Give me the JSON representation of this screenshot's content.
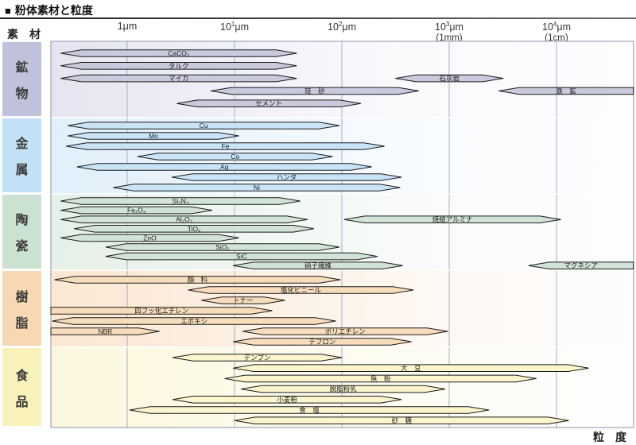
{
  "title": {
    "bullet": "■",
    "text": "粉体素材と粒度"
  },
  "axis": {
    "corner_label": "素　材",
    "bottom_label": "粒　度",
    "ticks": [
      {
        "base": "1",
        "sup": "",
        "unit": "μm",
        "sub": "",
        "value": 1
      },
      {
        "base": "10",
        "sup": "1",
        "unit": "μm",
        "sub": "",
        "value": 10
      },
      {
        "base": "10",
        "sup": "2",
        "unit": "μm",
        "sub": "",
        "value": 100
      },
      {
        "base": "10",
        "sup": "3",
        "unit": "μm",
        "sub": "(1mm)",
        "value": 1000
      },
      {
        "base": "10",
        "sup": "4",
        "unit": "μm",
        "sub": "(1cm)",
        "value": 10000
      }
    ]
  },
  "chart_data": {
    "type": "range-bar",
    "x_scale": "log10",
    "x_unit": "μm",
    "x_range_um": [
      0.19,
      52000
    ],
    "grid": "vertical-on",
    "outline_color": "#1b1b1b",
    "gridline_color": "#a9aec8",
    "border_color": "#8d93a8",
    "sections": [
      {
        "id": "minerals",
        "label": "鉱物",
        "box_color": "#c0c2db",
        "bg_left": "#e5e5f1",
        "bg_right": "#fafafd",
        "bar_fill": "#c9cadd",
        "rows": [
          [
            {
              "label": "CaCO₃",
              "from_um": 0.24,
              "to_um": 38
            }
          ],
          [
            {
              "label": "タルク",
              "from_um": 0.24,
              "to_um": 38
            }
          ],
          [
            {
              "label": "マイカ",
              "from_um": 0.24,
              "to_um": 38
            },
            {
              "label": "石灰岩",
              "from_um": 315,
              "to_um": 3200
            }
          ],
          [
            {
              "label": "珪　砂",
              "from_um": 6,
              "to_um": 520
            },
            {
              "label": "鉄　鉱",
              "from_um": 2900,
              "to_um": 52000,
              "right": "flat"
            }
          ],
          [
            {
              "label": "セメント",
              "from_um": 2.9,
              "to_um": 150
            }
          ]
        ]
      },
      {
        "id": "metals",
        "label": "金属",
        "box_color": "#c2e0f6",
        "bg_left": "#e0effa",
        "bg_right": "#f8fbfe",
        "bar_fill": "#c9e3f7",
        "rows": [
          [
            {
              "label": "Cu",
              "from_um": 0.28,
              "to_um": 95
            }
          ],
          [
            {
              "label": "Mo",
              "from_um": 0.28,
              "to_um": 11
            }
          ],
          [
            {
              "label": "Fe",
              "from_um": 0.27,
              "to_um": 250
            }
          ],
          [
            {
              "label": "Co",
              "from_um": 1.25,
              "to_um": 82
            }
          ],
          [
            {
              "label": "Ag",
              "from_um": 0.34,
              "to_um": 190
            }
          ],
          [
            {
              "label": "ハンダ",
              "from_um": 2.6,
              "to_um": 360
            }
          ],
          [
            {
              "label": "Ni",
              "from_um": 0.74,
              "to_um": 350
            }
          ]
        ]
      },
      {
        "id": "ceramics",
        "label": "陶瓷",
        "box_color": "#cbe1d1",
        "bg_left": "#e5f0e8",
        "bg_right": "#f8fbf9",
        "bar_fill": "#d2e4d7",
        "rows": [
          [
            {
              "label": "Si₃N₄",
              "from_um": 0.24,
              "to_um": 41
            }
          ],
          [
            {
              "label": "Fe₂O₃",
              "from_um": 0.24,
              "to_um": 6.2
            }
          ],
          [
            {
              "label": "Al₂O₃",
              "from_um": 0.24,
              "to_um": 48
            },
            {
              "label": "焼結アルミナ",
              "from_um": 105,
              "to_um": 11000
            }
          ],
          [
            {
              "label": "TiO₂",
              "from_um": 0.32,
              "to_um": 55
            }
          ],
          [
            {
              "label": "ZnO",
              "from_um": 0.24,
              "to_um": 11
            }
          ],
          [
            {
              "label": "SiO₂",
              "from_um": 0.63,
              "to_um": 95
            }
          ],
          [
            {
              "label": "SiC",
              "from_um": 0.63,
              "to_um": 215
            }
          ],
          [
            {
              "label": "硝子繊維",
              "from_um": 9.7,
              "to_um": 370
            },
            {
              "label": "マグネシア",
              "from_um": 5500,
              "to_um": 52000,
              "right": "flat"
            }
          ]
        ]
      },
      {
        "id": "resins",
        "label": "樹脂",
        "box_color": "#f8d8b2",
        "bg_left": "#fbe7d2",
        "bg_right": "#fdf7f0",
        "bar_fill": "#f7ddbb",
        "rows": [
          [
            {
              "label": "顔　料",
              "from_um": 0.21,
              "to_um": 97
            }
          ],
          [
            {
              "label": "塩化ビニール",
              "from_um": 3.7,
              "to_um": 465
            }
          ],
          [
            {
              "label": "トナー",
              "from_um": 4.9,
              "to_um": 29.5
            }
          ],
          [
            {
              "label": "四フッ化エチレン",
              "from_um": 0.19,
              "to_um": 22.5,
              "left": "flat"
            }
          ],
          [
            {
              "label": "エポキシ",
              "from_um": 0.2,
              "to_um": 88
            }
          ],
          [
            {
              "label": "NBR",
              "from_um": 0.19,
              "to_um": 2,
              "left": "flat"
            },
            {
              "label": "ポリエチレン",
              "from_um": 11.9,
              "to_um": 970
            }
          ],
          [
            {
              "label": "テフロン",
              "from_um": 9.7,
              "to_um": 445
            }
          ]
        ]
      },
      {
        "id": "food",
        "label": "食品",
        "box_color": "#f9f2bb",
        "bg_left": "#fbf7dd",
        "bg_right": "#fdfcf2",
        "bar_fill": "#faf5cd",
        "rows": [
          [
            {
              "label": "デンプン",
              "from_um": 2.65,
              "to_um": 100
            }
          ],
          [
            {
              "label": "大　豆",
              "from_um": 9.7,
              "to_um": 20000
            }
          ],
          [
            {
              "label": "魚　粉",
              "from_um": 8.1,
              "to_um": 6500
            }
          ],
          [
            {
              "label": "脱脂粉乳",
              "from_um": 11.5,
              "to_um": 920
            }
          ],
          [
            {
              "label": "小麦粉",
              "from_um": 2.65,
              "to_um": 360
            }
          ],
          [
            {
              "label": "食　塩",
              "from_um": 1.05,
              "to_um": 2350
            }
          ],
          [
            {
              "label": "砂　糖",
              "from_um": 10,
              "to_um": 13000
            }
          ]
        ]
      }
    ]
  }
}
